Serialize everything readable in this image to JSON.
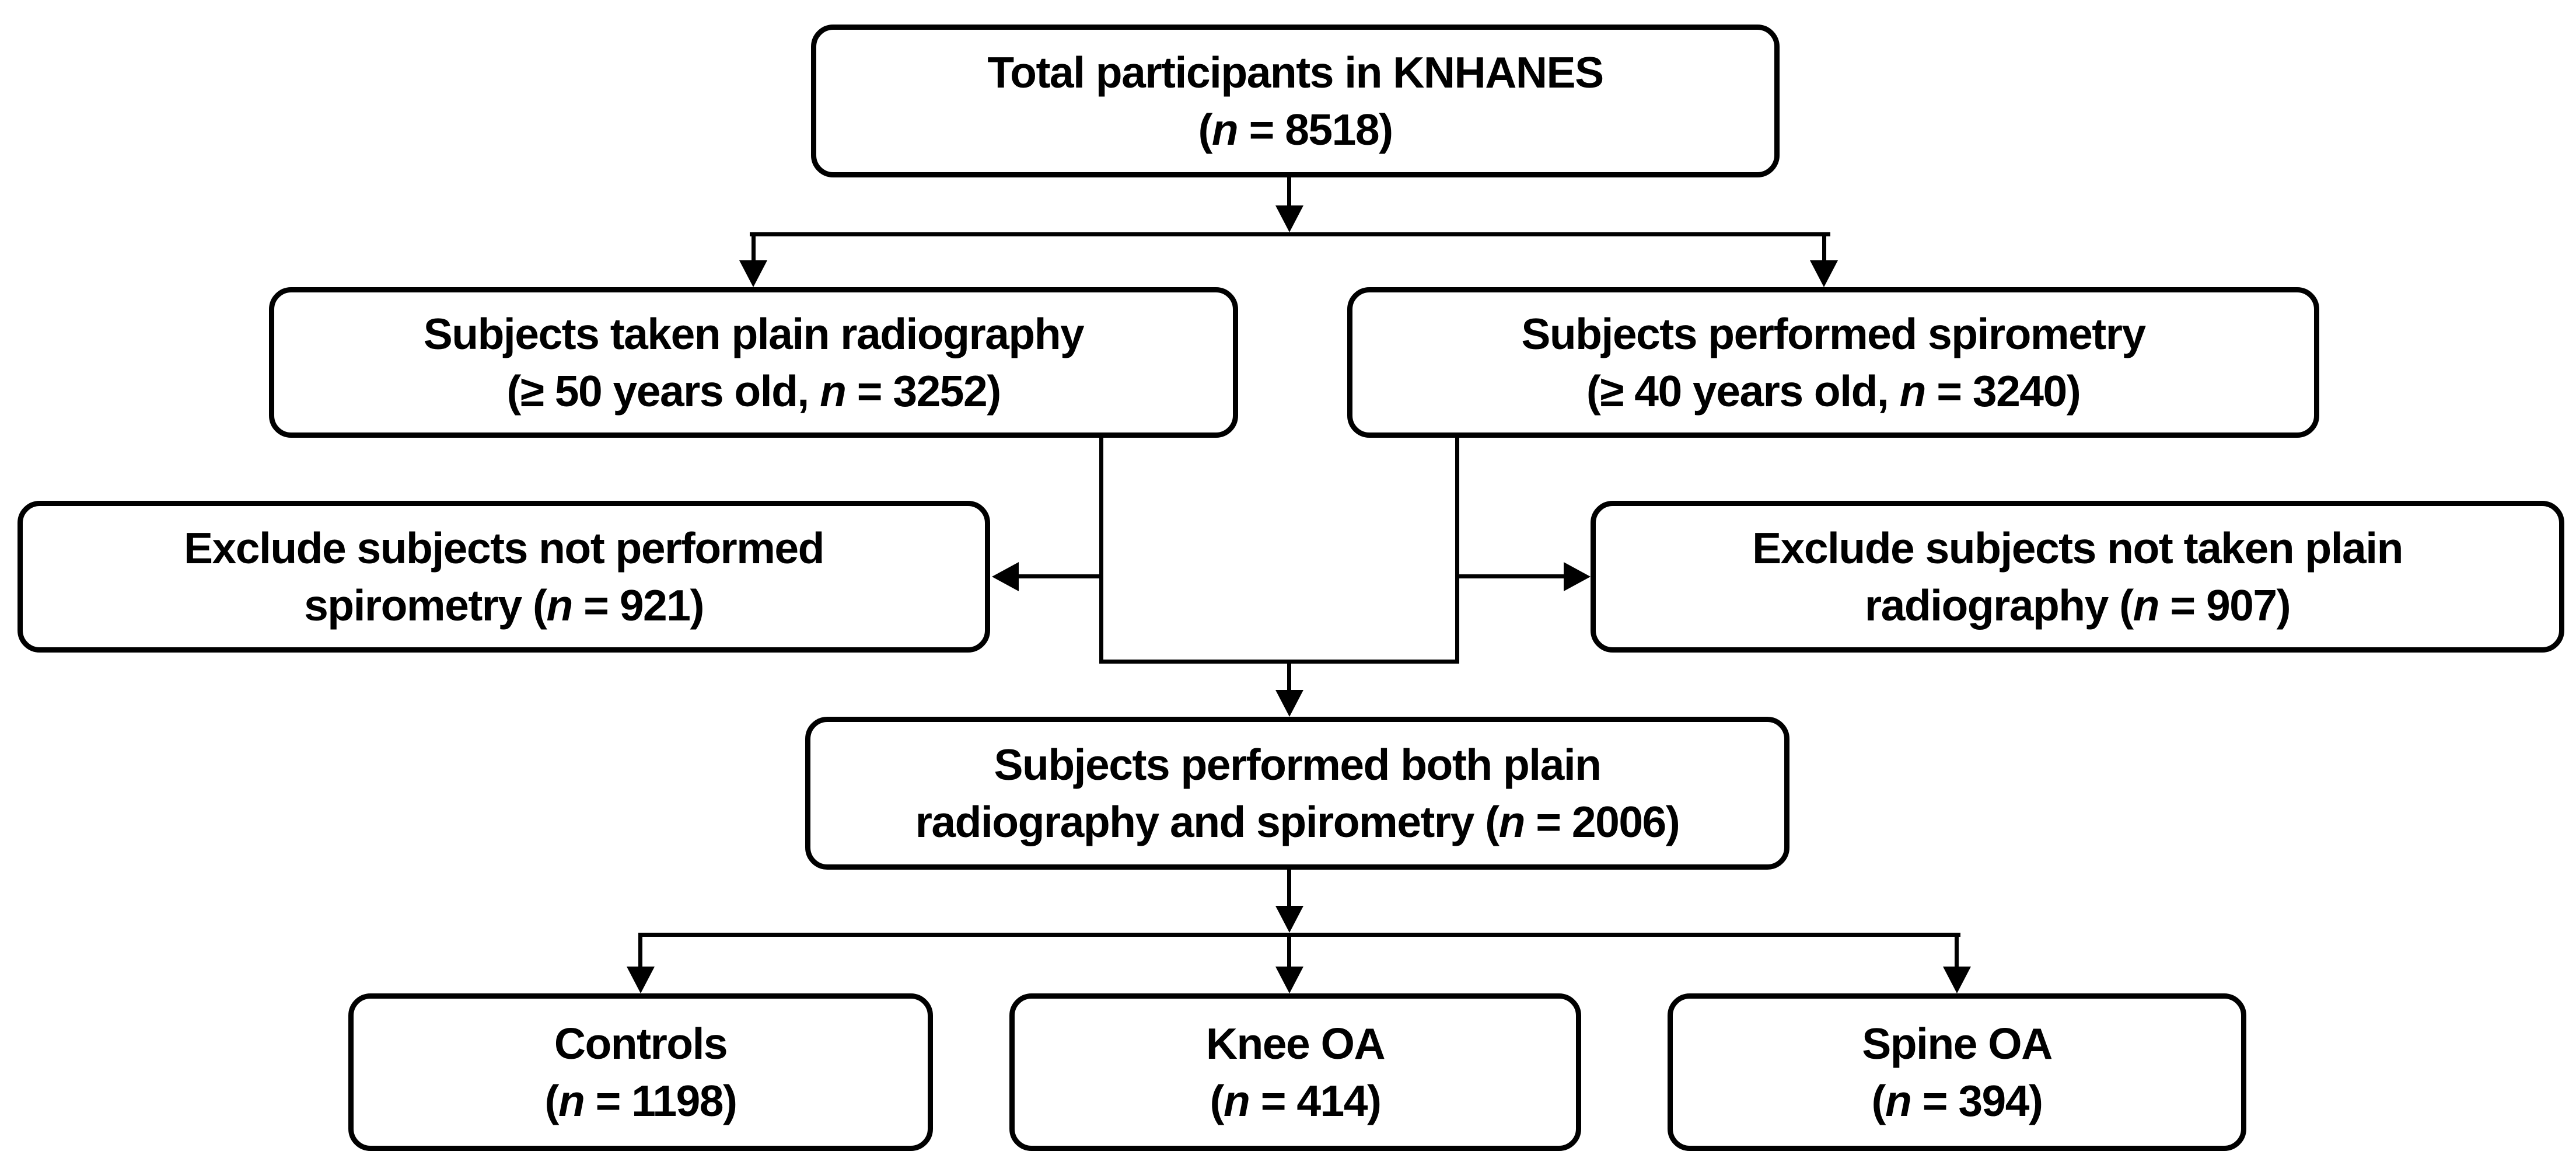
{
  "colors": {
    "line": "#000000",
    "text": "#000000",
    "background": "#ffffff"
  },
  "boxes": [
    {
      "id": "total-participants",
      "line1": "Total participants in KNHANES",
      "line2_pre": "(",
      "line2_n": "n",
      "line2_post": " = 8518)"
    },
    {
      "id": "radiography",
      "line1": "Subjects taken plain radiography",
      "line2_pre": "(≥ 50 years old, ",
      "line2_n": "n",
      "line2_post": " = 3252)"
    },
    {
      "id": "spirometry",
      "line1": "Subjects performed spirometry",
      "line2_pre": "(≥ 40 years old, ",
      "line2_n": "n",
      "line2_post": " = 3240)"
    },
    {
      "id": "exclude-spirometry",
      "line1": "Exclude subjects not performed",
      "line2_pre": "spirometry (",
      "line2_n": "n",
      "line2_post": " = 921)"
    },
    {
      "id": "exclude-radiography",
      "line1": "Exclude subjects not taken plain",
      "line2_pre": "radiography (",
      "line2_n": "n",
      "line2_post": " = 907)"
    },
    {
      "id": "both-exams",
      "line1": "Subjects performed both plain",
      "line2_pre": "radiography and spirometry (",
      "line2_n": "n",
      "line2_post": " = 2006)"
    },
    {
      "id": "controls",
      "line1": "Controls",
      "line2_pre": "(",
      "line2_n": "n",
      "line2_post": " = 1198)"
    },
    {
      "id": "knee-oa",
      "line1": "Knee OA",
      "line2_pre": "(",
      "line2_n": "n",
      "line2_post": " = 414)"
    },
    {
      "id": "spine-oa",
      "line1": "Spine OA",
      "line2_pre": "(",
      "line2_n": "n",
      "line2_post": " = 394)"
    }
  ],
  "edges": [
    {
      "from": "total-participants",
      "to": "radiography"
    },
    {
      "from": "total-participants",
      "to": "spirometry"
    },
    {
      "from": "radiography",
      "to": "exclude-spirometry"
    },
    {
      "from": "spirometry",
      "to": "exclude-radiography"
    },
    {
      "from": "radiography",
      "to": "both-exams"
    },
    {
      "from": "spirometry",
      "to": "both-exams"
    },
    {
      "from": "both-exams",
      "to": "controls"
    },
    {
      "from": "both-exams",
      "to": "knee-oa"
    },
    {
      "from": "both-exams",
      "to": "spine-oa"
    }
  ]
}
